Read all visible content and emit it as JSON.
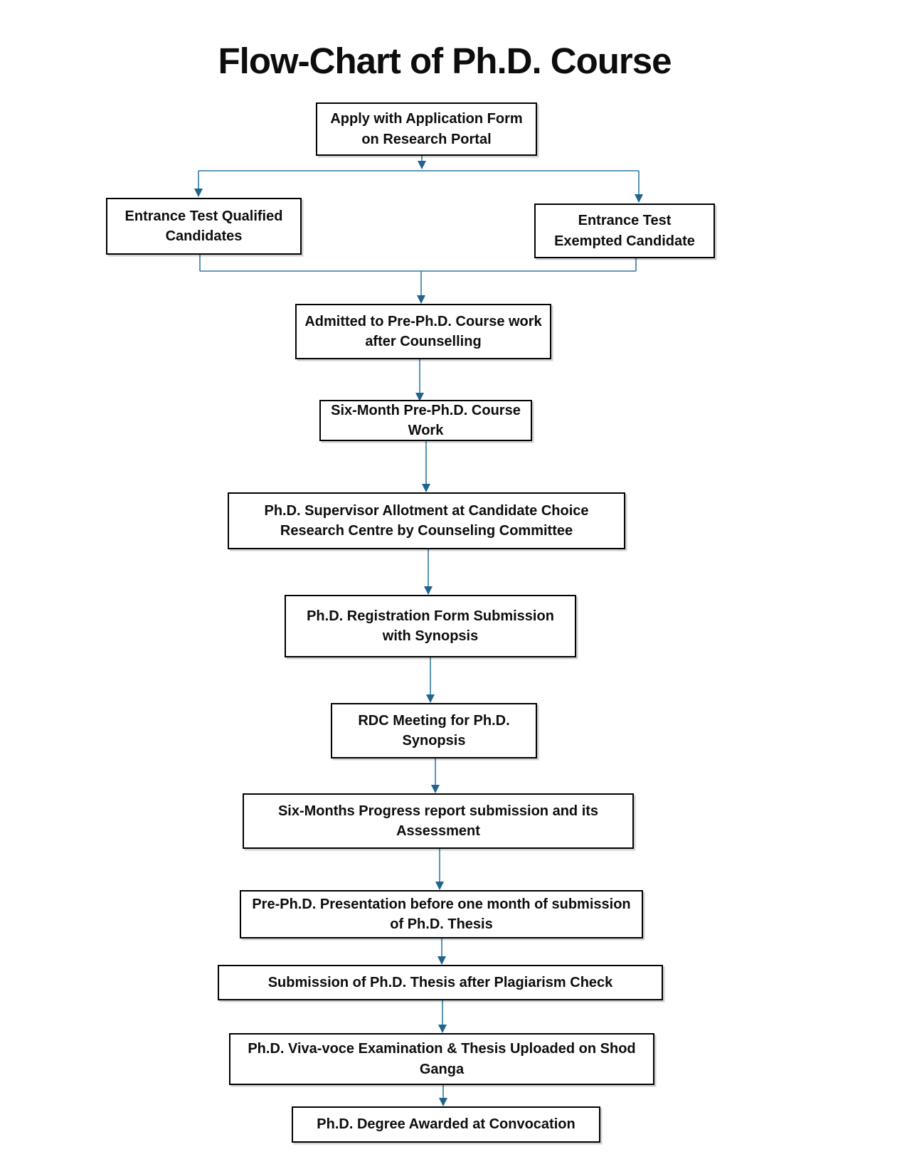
{
  "title": "Flow-Chart of Ph.D. Course",
  "colors": {
    "connector_line": "#3079a5",
    "arrowhead": "#20638e",
    "box_border": "#000000",
    "box_fill": "#ffffff",
    "text": "#0d0d0d",
    "background": "#ffffff"
  },
  "flowchart": {
    "nodes": [
      {
        "id": "apply",
        "label": "Apply with Application Form on Research Portal"
      },
      {
        "id": "qualified",
        "label": "Entrance Test Qualified Candidates"
      },
      {
        "id": "exempted",
        "label": "Entrance Test Exempted Candidate"
      },
      {
        "id": "admitted",
        "label": "Admitted to Pre-Ph.D. Course work after Counselling"
      },
      {
        "id": "course-work",
        "label": "Six-Month Pre-Ph.D. Course Work"
      },
      {
        "id": "supervisor",
        "label": "Ph.D. Supervisor Allotment at Candidate Choice Research Centre by Counseling Committee"
      },
      {
        "id": "registration",
        "label": "Ph.D. Registration Form Submission with Synopsis"
      },
      {
        "id": "rdc",
        "label": "RDC Meeting for Ph.D. Synopsis"
      },
      {
        "id": "progress",
        "label": "Six-Months Progress report submission and its Assessment"
      },
      {
        "id": "presentation",
        "label": "Pre-Ph.D. Presentation before one month of submission of Ph.D. Thesis"
      },
      {
        "id": "submission",
        "label": "Submission of Ph.D. Thesis after Plagiarism Check"
      },
      {
        "id": "viva",
        "label": "Ph.D. Viva-voce Examination & Thesis Uploaded on Shod Ganga"
      },
      {
        "id": "degree",
        "label": "Ph.D. Degree Awarded at Convocation"
      }
    ]
  }
}
